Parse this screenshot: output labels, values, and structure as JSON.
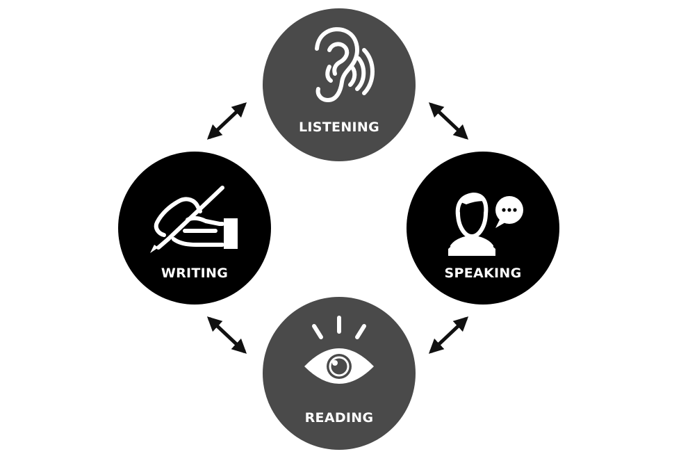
{
  "colors": {
    "grey_circle": "#4a4a4a",
    "black_circle": "#000000",
    "arrow": "#111111",
    "icon": "#ffffff",
    "background": "#ffffff"
  },
  "nodes": {
    "listening": {
      "label": "LISTENING",
      "icon": "ear-icon"
    },
    "writing": {
      "label": "WRITING",
      "icon": "hand-writing-icon"
    },
    "speaking": {
      "label": "SPEAKING",
      "icon": "person-speech-bubble-icon"
    },
    "reading": {
      "label": "READING",
      "icon": "eye-icon"
    }
  },
  "connections": [
    {
      "from": "writing",
      "to": "listening",
      "style": "double-arrow"
    },
    {
      "from": "listening",
      "to": "speaking",
      "style": "double-arrow"
    },
    {
      "from": "writing",
      "to": "reading",
      "style": "double-arrow"
    },
    {
      "from": "reading",
      "to": "speaking",
      "style": "double-arrow"
    }
  ]
}
